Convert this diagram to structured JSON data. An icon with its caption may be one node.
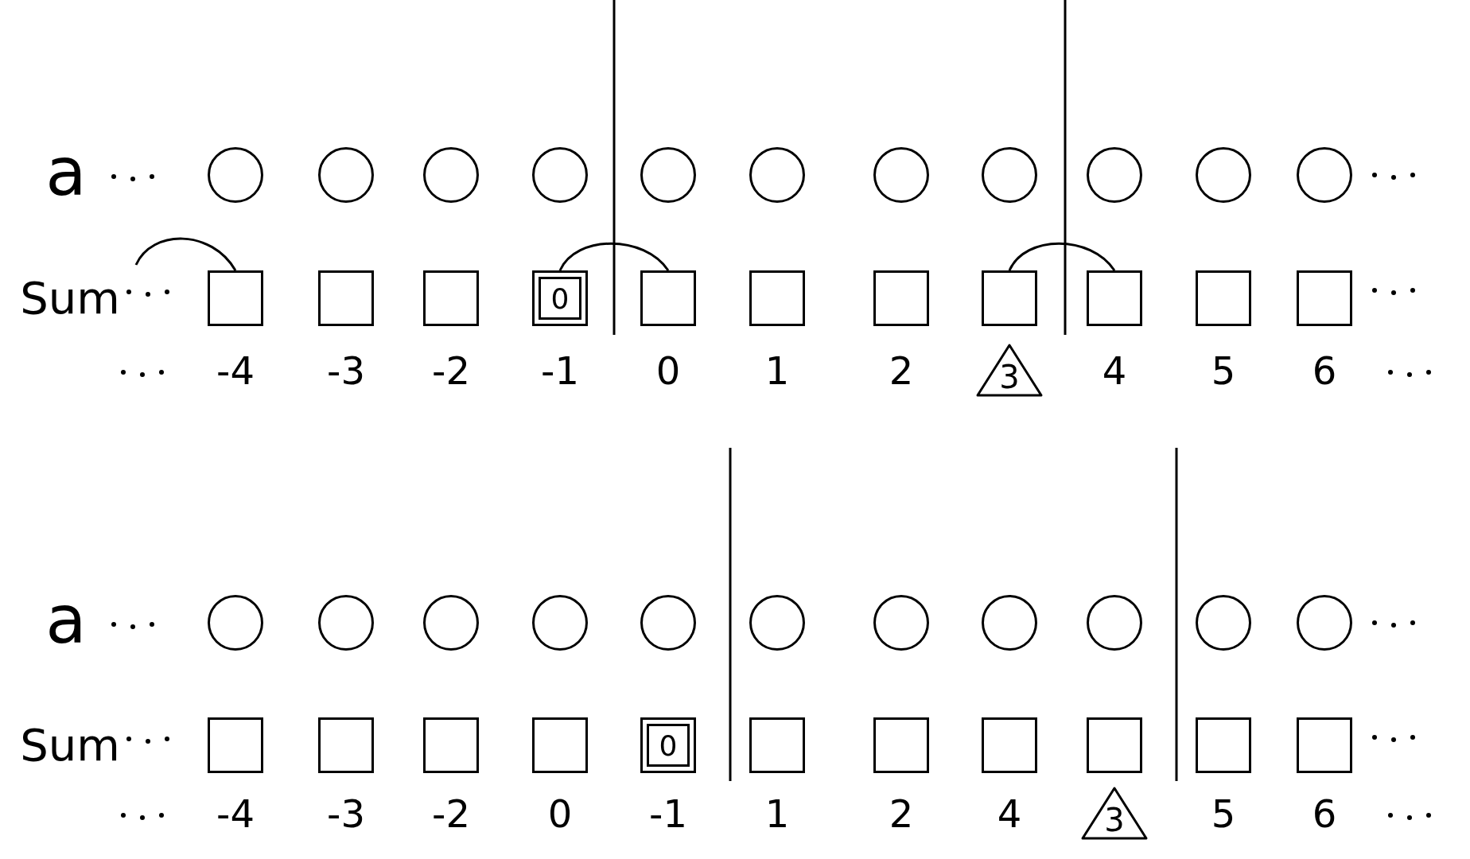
{
  "diagram": {
    "nodes": [
      {
        "text": [],
        "shape": "circle"
      },
      {
        "text": [],
        "shape": "circle"
      },
      {
        "text": [],
        "shape": "circle"
      },
      {
        "text": [],
        "shape": "circle"
      },
      {
        "text": [],
        "shape": "circle"
      },
      {
        "text": [],
        "shape": "circle"
      },
      {
        "text": [],
        "shape": "circle"
      },
      {
        "text": [],
        "shape": "circle"
      },
      {
        "text": [],
        "shape": "circle"
      },
      {
        "text": [],
        "shape": "circle"
      },
      {
        "text": [],
        "shape": "circle"
      },
      {
        "text": [],
        "shape": "box"
      },
      {
        "text": [],
        "shape": "box"
      },
      {
        "text": [],
        "shape": "box"
      },
      {
        "text": [
          "0"
        ]
      },
      {
        "text": [],
        "shape": "box"
      },
      {
        "text": [],
        "shape": "box"
      },
      {
        "text": [],
        "shape": "box"
      },
      {
        "text": [],
        "shape": "box"
      },
      {
        "text": [],
        "shape": "box"
      },
      {
        "text": [],
        "shape": "box"
      },
      {
        "text": [],
        "shape": "box"
      },
      {
        "text": [
          "3"
        ]
      },
      {
        "text": [],
        "shape": "circle"
      },
      {
        "text": [],
        "shape": "circle"
      },
      {
        "text": [],
        "shape": "circle"
      },
      {
        "text": [],
        "shape": "circle"
      },
      {
        "text": [],
        "shape": "circle"
      },
      {
        "text": [],
        "shape": "circle"
      },
      {
        "text": [],
        "shape": "circle"
      },
      {
        "text": [],
        "shape": "circle"
      },
      {
        "text": [],
        "shape": "circle"
      },
      {
        "text": [],
        "shape": "circle"
      },
      {
        "text": [],
        "shape": "circle"
      },
      {
        "text": [],
        "shape": "box"
      },
      {
        "text": [],
        "shape": "box"
      },
      {
        "text": [],
        "shape": "box"
      },
      {
        "text": [],
        "shape": "box"
      },
      {
        "text": [
          "0"
        ]
      },
      {
        "text": [],
        "shape": "box"
      },
      {
        "text": [],
        "shape": "box"
      },
      {
        "text": [],
        "shape": "box"
      },
      {
        "text": [],
        "shape": "box"
      },
      {
        "text": [],
        "shape": "box"
      },
      {
        "text": [],
        "shape": "box"
      },
      {
        "text": [
          "3"
        ]
      }
    ],
    "edges": [
      {
        "from": null,
        "to": 11,
        "arrow": "none"
      },
      {
        "from": 14,
        "to": 15,
        "arrow": "none"
      },
      {
        "from": 18,
        "to": 19,
        "arrow": "none"
      }
    ],
    "labels": [
      "a",
      "Sum",
      "-4",
      "-3",
      "-2",
      "-1",
      "0",
      "1",
      "2",
      "4",
      "5",
      "6",
      "a",
      "Sum",
      "-4",
      "-3",
      "-2",
      "0",
      "-1",
      "1",
      "2",
      "4",
      "5",
      "6"
    ]
  }
}
